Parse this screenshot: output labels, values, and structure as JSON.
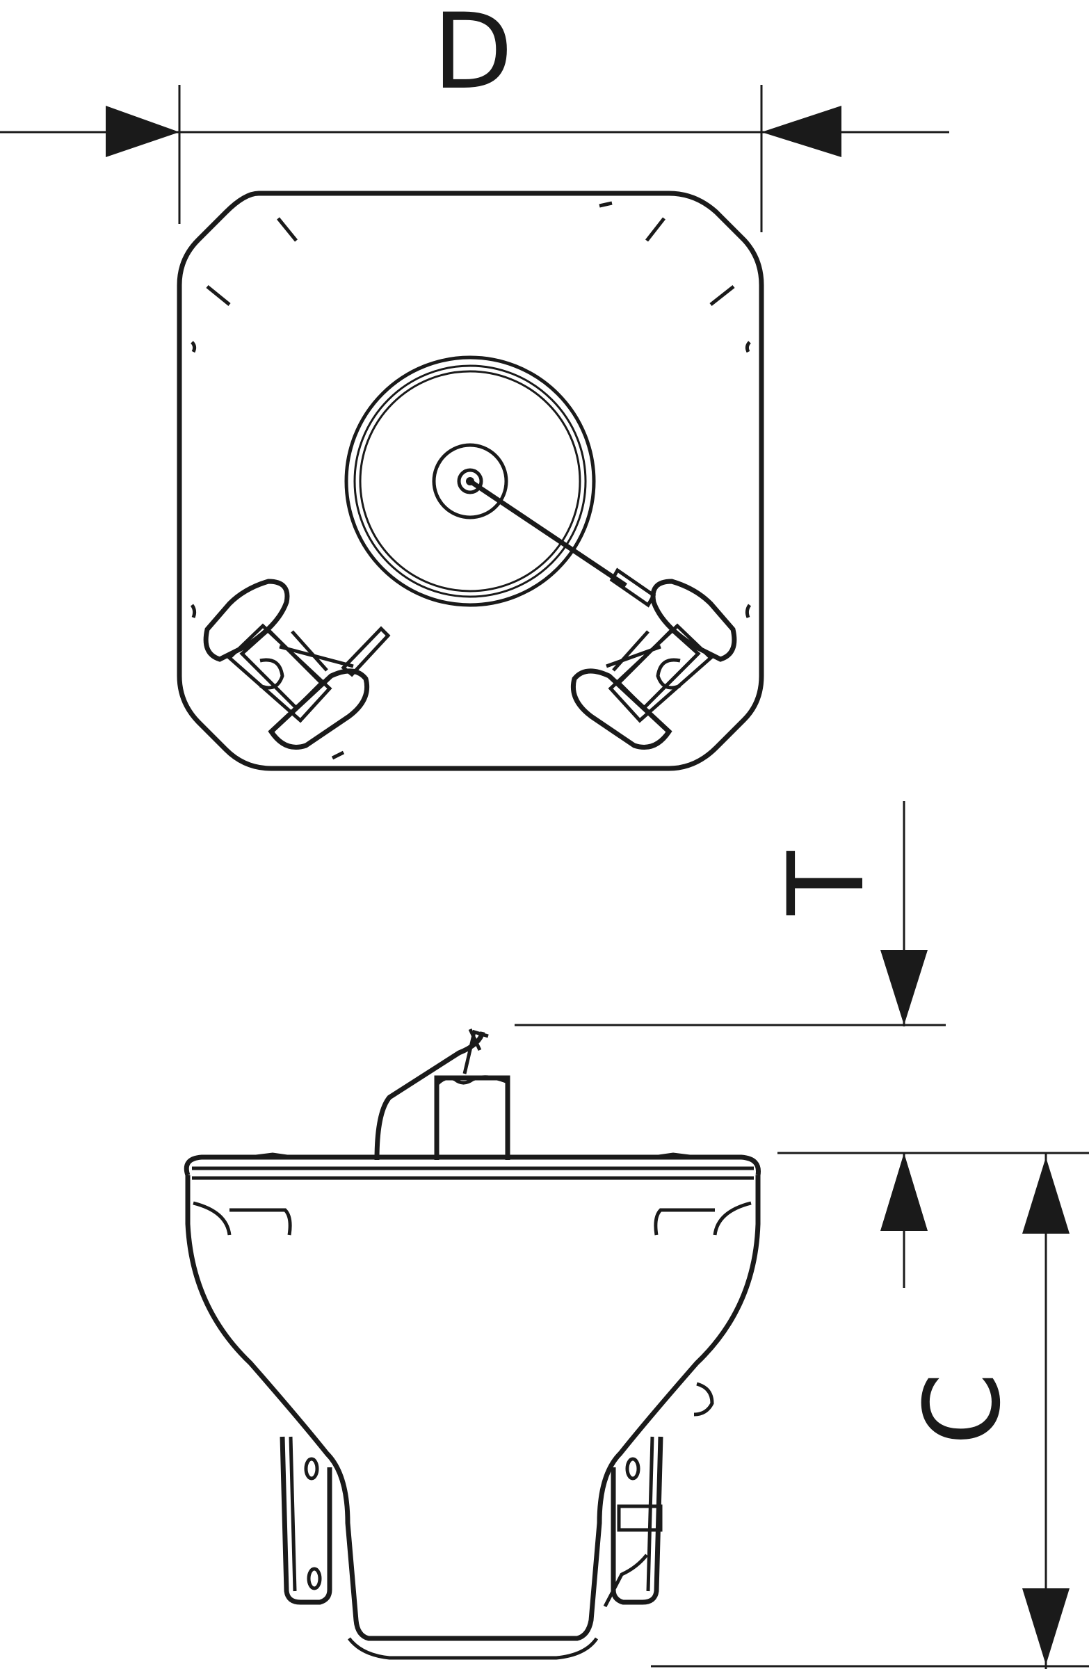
{
  "dimensions": {
    "diameter_label": "D",
    "top_height_label": "T",
    "overall_height_label": "C"
  }
}
